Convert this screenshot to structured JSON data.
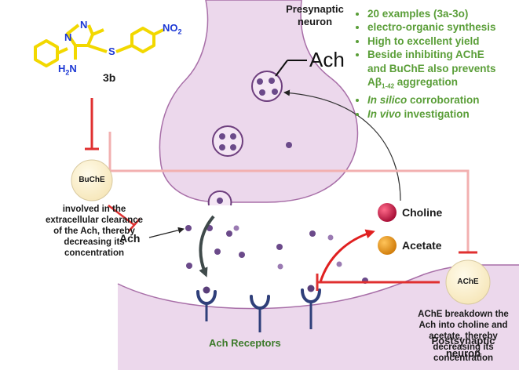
{
  "compound": {
    "label": "3b",
    "no2": "NO",
    "no2_sub": "2",
    "nh2": "H",
    "nh2_n": "N",
    "nh2_sub": "2",
    "atom_N": "N",
    "atom_S": "S"
  },
  "neurons": {
    "presynaptic_1": "Presynaptic",
    "presynaptic_2": "neuron",
    "postsynaptic_1": "Postsynaptic",
    "postsynaptic_2": "neuron"
  },
  "labels": {
    "ach_top": "Ach",
    "ach_left": "Ach",
    "choline": "Choline",
    "acetate": "Acetate",
    "receptors": "Ach Receptors",
    "buche": "BuChE",
    "ache": "AChE"
  },
  "descriptions": {
    "buche": [
      "involved in the",
      "extracellular clearance",
      "of the Ach, thereby",
      "decreasing its",
      "concentration"
    ],
    "ache": [
      "AChE breakdown the",
      "Ach into choline and",
      "acetate, thereby",
      "decreasing its",
      "concentration"
    ]
  },
  "bullets": {
    "b1": "20 examples (3a-3o)",
    "b2": "electro-organic synthesis",
    "b3": "High to excellent yield",
    "b4a": "Beside inhibiting AChE",
    "b4b": "and BuChE also prevents",
    "b4c": "Aβ",
    "b4d": "1-42",
    "b4e": " aggregation",
    "b5a": "In silico",
    "b5b": " corroboration",
    "b6a": "In vivo",
    "b6b": " investigation"
  },
  "colors": {
    "neuron_fill": "#ecd8ec",
    "neuron_edge": "#a86fa8",
    "bullet_green": "#5a9e38",
    "inhibit_red": "#e03030",
    "molecule_yellow": "#f2d800",
    "molecule_blue": "#1c38d4",
    "receptor_navy": "#2f3f7a",
    "choline_red": "#b8103c",
    "acetate_orange": "#e08a10",
    "receptor_text_green": "#3c7a2a"
  }
}
